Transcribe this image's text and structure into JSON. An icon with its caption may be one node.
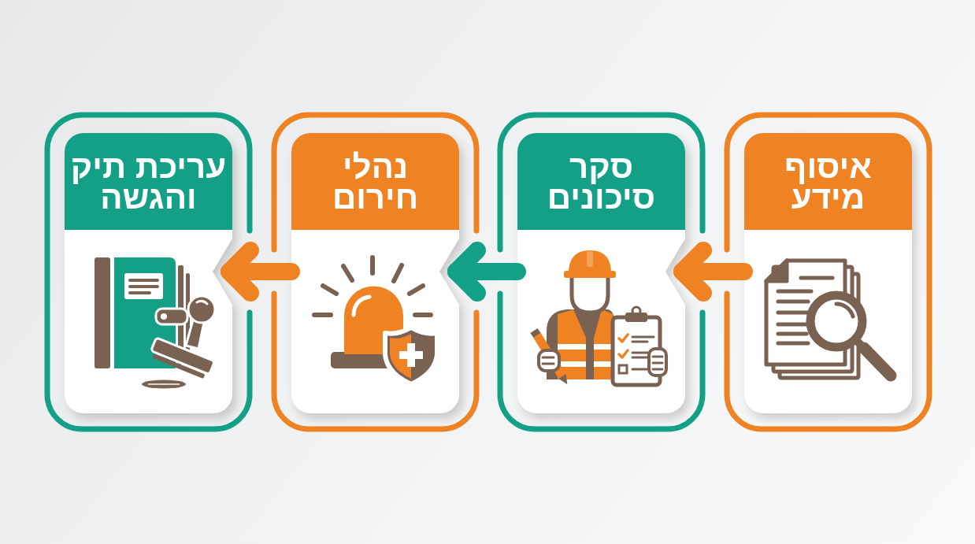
{
  "diagram": {
    "nodes": [
      {
        "text": [
          "איסוף מידע"
        ]
      },
      {
        "text": [
          "סקר סיכונים"
        ]
      },
      {
        "text": [
          "נהלי חירום"
        ]
      },
      {
        "text": [
          "עריכת תיק והגשה"
        ]
      }
    ],
    "edges": [
      {
        "from": 0,
        "to": 1,
        "arrow": "to"
      },
      {
        "from": 1,
        "to": 2,
        "arrow": "to",
        "color": "#13a086"
      },
      {
        "from": 2,
        "to": 3,
        "arrow": "to"
      }
    ]
  }
}
